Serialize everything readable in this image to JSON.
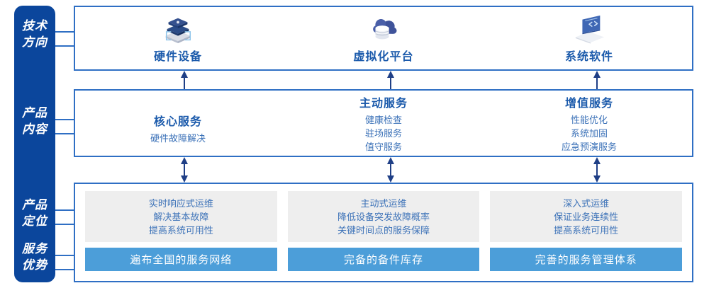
{
  "rail": {
    "labels": [
      {
        "name": "tech-direction",
        "line1": "技术",
        "line2": "方向"
      },
      {
        "name": "product-content",
        "line1": "产品",
        "line2": "内容"
      },
      {
        "name": "product-position",
        "line1": "产品",
        "line2": "定位"
      },
      {
        "name": "service-advantage",
        "line1": "服务",
        "line2": "优势"
      }
    ]
  },
  "tech": {
    "columns": [
      {
        "icon": "server-stack-icon",
        "title": "硬件设备"
      },
      {
        "icon": "cloud-database-icon",
        "title": "虚拟化平台"
      },
      {
        "icon": "laptop-code-icon",
        "title": "系统软件"
      }
    ]
  },
  "content": {
    "columns": [
      {
        "title": "核心服务",
        "items": [
          "硬件故障解决"
        ]
      },
      {
        "title": "主动服务",
        "items": [
          "健康检查",
          "驻场服务",
          "值守服务"
        ]
      },
      {
        "title": "增值服务",
        "items": [
          "性能优化",
          "系统加固",
          "应急预演服务"
        ]
      }
    ]
  },
  "positioning": {
    "cards": [
      {
        "lines": [
          "实时响应式运维",
          "解决基本故障",
          "提高系统可用性"
        ]
      },
      {
        "lines": [
          "主动式运维",
          "降低设备突发故障概率",
          "关键时间点的服务保障"
        ]
      },
      {
        "lines": [
          "深入式运维",
          "保证业务连续性",
          "提高系统可用性"
        ]
      }
    ]
  },
  "advantages": {
    "bars": [
      "遍布全国的服务网络",
      "完备的备件库存",
      "完善的服务管理体系"
    ]
  },
  "colors": {
    "rail": "#0b469c",
    "border": "#2f6fc4",
    "title": "#1b5aab",
    "body_text": "#3c72b8",
    "grey_card": "#eeeeee",
    "blue_bar": "#4c9ed9"
  }
}
